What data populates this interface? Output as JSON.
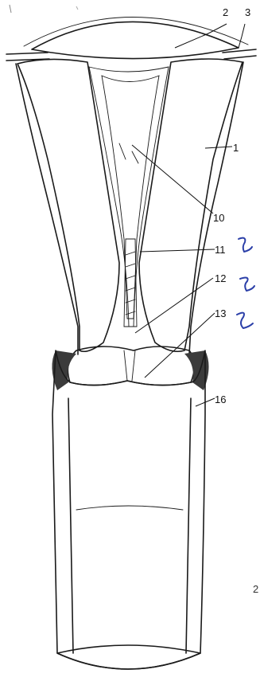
{
  "figure": {
    "labels": [
      {
        "id": "label-1",
        "text": "1"
      },
      {
        "id": "label-2",
        "text": "2"
      },
      {
        "id": "label-3",
        "text": "3"
      },
      {
        "id": "label-10",
        "text": "10"
      },
      {
        "id": "label-11",
        "text": "11"
      },
      {
        "id": "label-12",
        "text": "12"
      },
      {
        "id": "label-13",
        "text": "13"
      },
      {
        "id": "label-16",
        "text": "16"
      }
    ],
    "edge_fragment": "2",
    "colors": {
      "ink": "#1a1a1a",
      "tissue": "#c9c9c9",
      "pen": "#2b3fa8"
    }
  }
}
